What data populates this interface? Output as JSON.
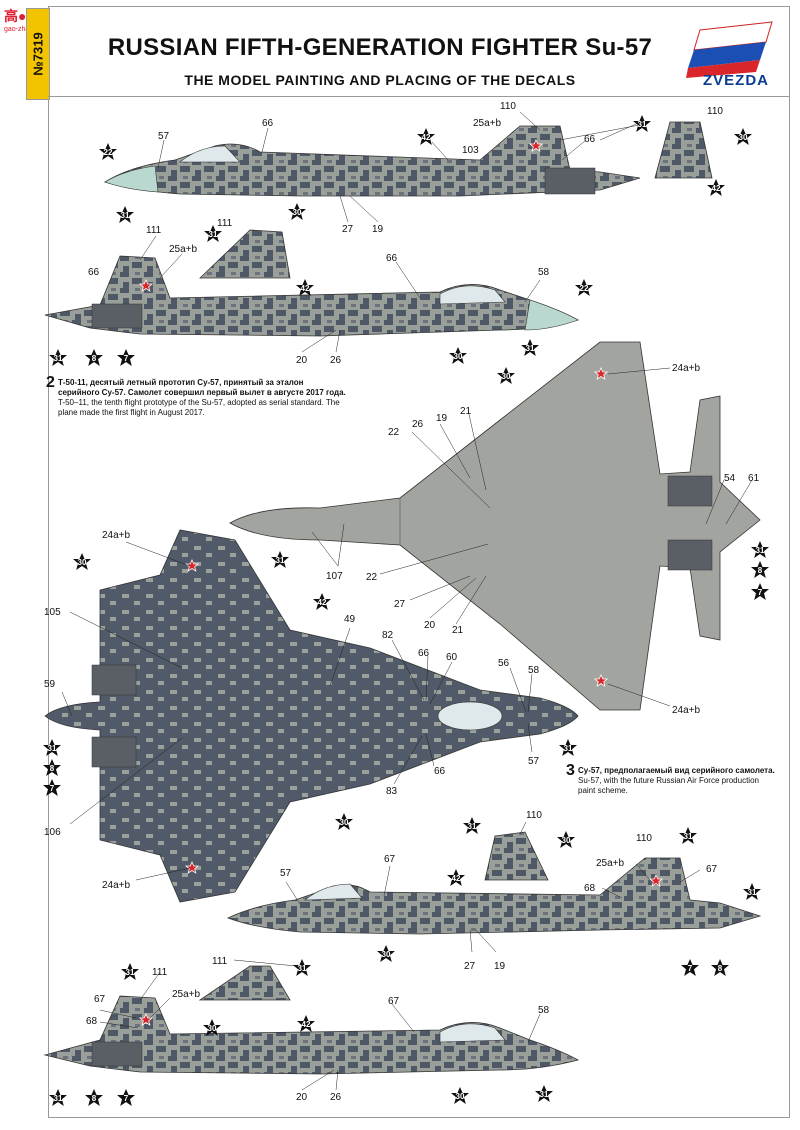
{
  "site_logo": {
    "main": "高●网",
    "sub": "gao-zhan.com"
  },
  "catalog_number": "№7319",
  "title": "RUSSIAN FIFTH-GENERATION FIGHTER Su-57",
  "subtitle": "THE MODEL PAINTING AND PLACING OF THE DECALS",
  "brand": "ZVEZDA",
  "colors": {
    "camo_dark": "#4f5866",
    "camo_light": "#9a9f9a",
    "canopy": "#b9d8cf",
    "star_red": "#d8262a",
    "frame": "#999999",
    "tab_yellow": "#f2c400"
  },
  "scheme2": {
    "number": "2",
    "ru": "Т-50-11, десятый летный прототип Су-57, принятый за эталон серийного Су-57. Самолет совершил первый вылет в августе 2017 года.",
    "en": "T-50–11, the tenth flight prototype of the Su-57, adopted as serial standard. The plane made the first flight in August 2017."
  },
  "scheme3": {
    "number": "3",
    "ru": "Су-57, предполагаемый вид серийного самолета.",
    "en": "Su-57, with the future Russian Air Force production paint scheme."
  },
  "labels": {
    "l57": "57",
    "l66": "66",
    "l110": "110",
    "l25ab": "25a+b",
    "l103": "103",
    "l27": "27",
    "l19": "19",
    "l111": "111",
    "l58": "58",
    "l20": "20",
    "l26": "26",
    "l24ab": "24a+b",
    "l21": "21",
    "l22": "22",
    "l54": "54",
    "l61": "61",
    "l107": "107",
    "l105": "105",
    "l49": "49",
    "l82": "82",
    "l60": "60",
    "l56": "56",
    "l59": "59",
    "l106": "106",
    "l83": "83",
    "l67": "67",
    "l68": "68"
  },
  "badges": {
    "b22": "22",
    "b31": "31",
    "b30": "30",
    "b42": "42",
    "b8": "8",
    "b7": "7"
  }
}
